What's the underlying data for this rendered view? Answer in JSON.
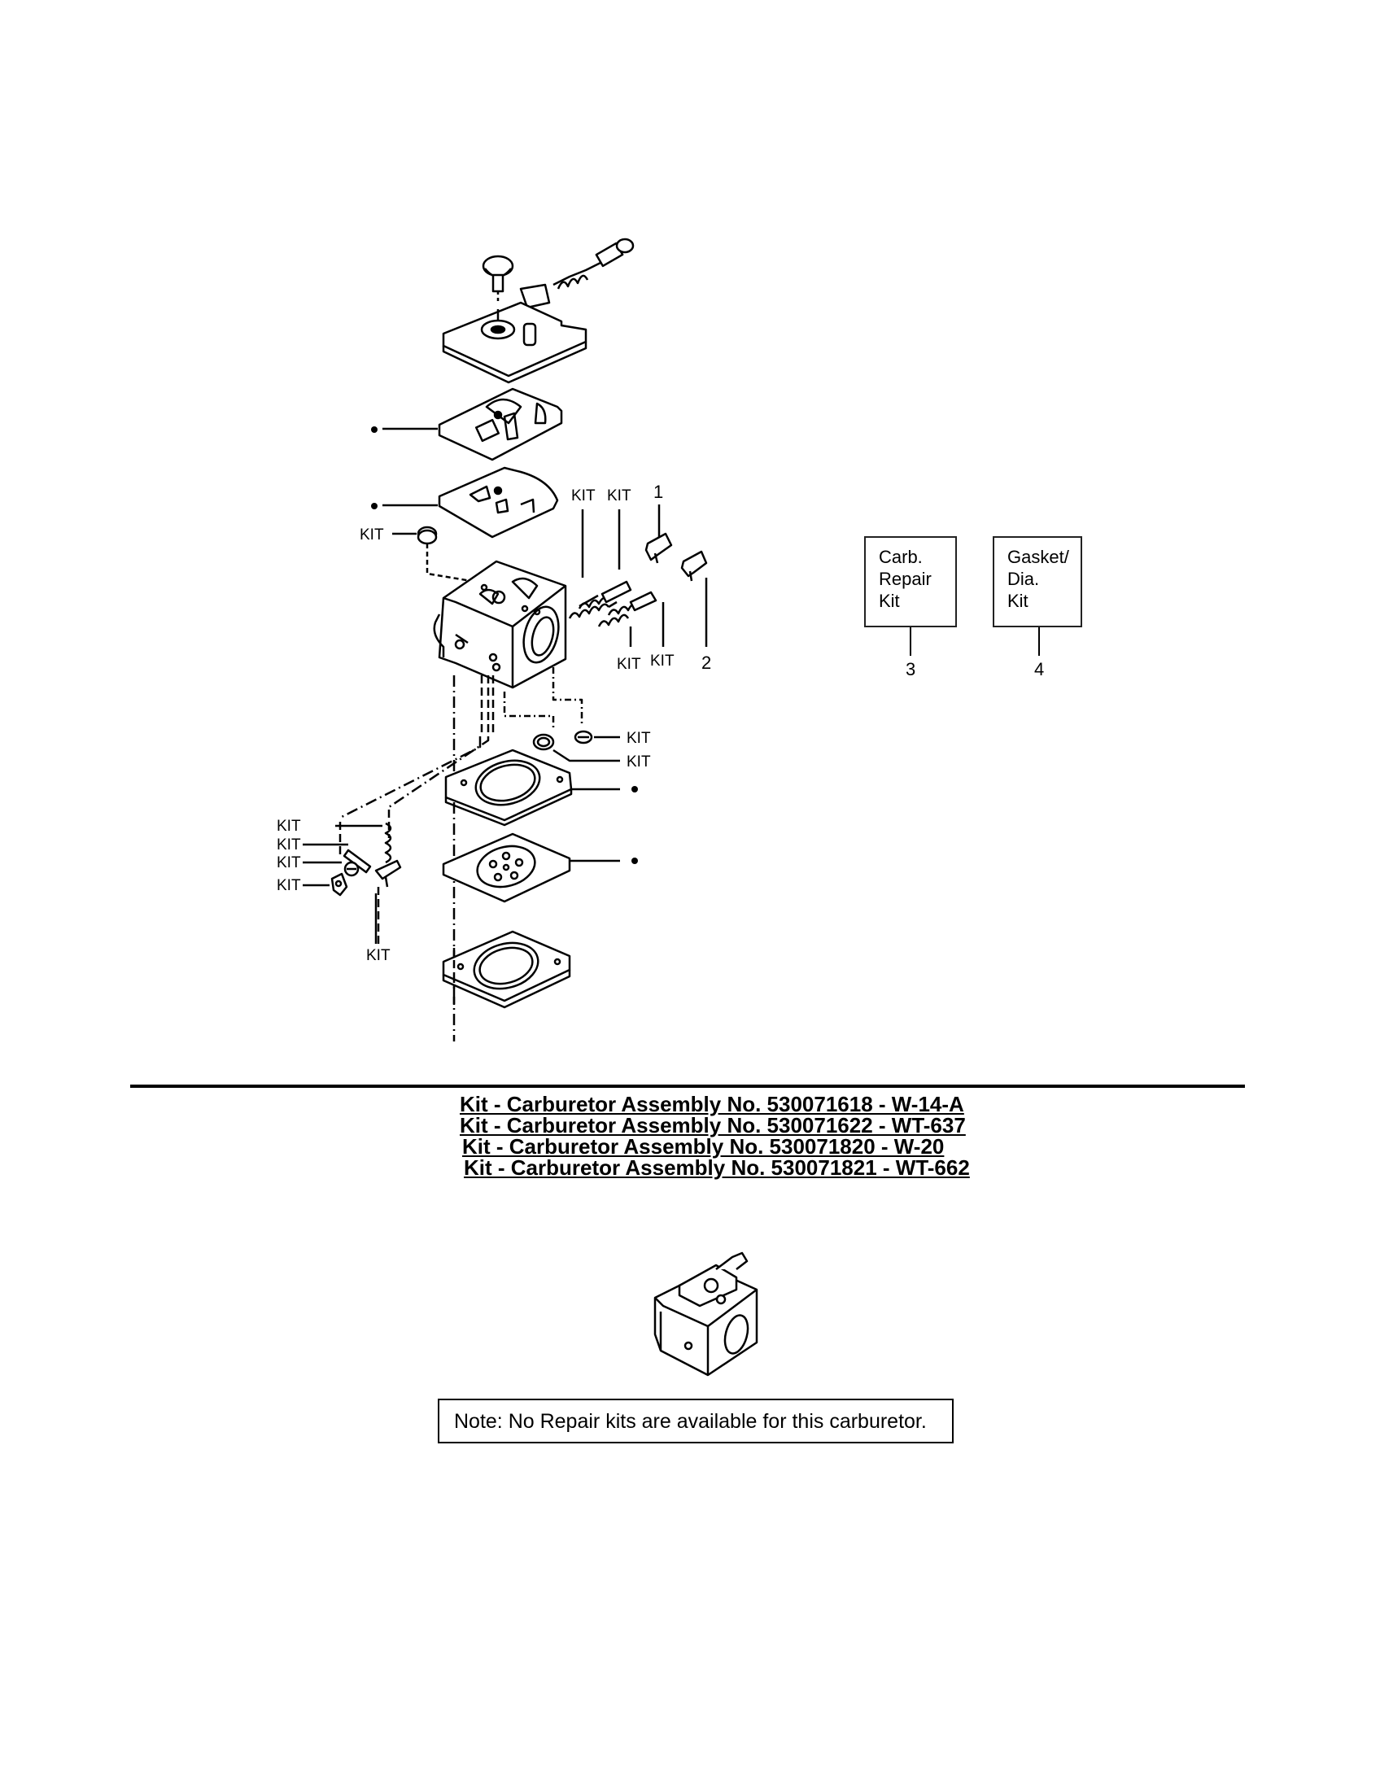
{
  "callouts": {
    "kit_label": "KIT",
    "item_1": "1",
    "item_2": "2",
    "item_3": "3",
    "item_4": "4"
  },
  "kit_boxes": {
    "carb_repair": [
      "Carb.",
      "Repair",
      "Kit"
    ],
    "gasket_dia": [
      "Gasket/",
      "Dia.",
      "Kit"
    ]
  },
  "assemblies": [
    "Kit - Carburetor Assembly No. 530071618 - W-14-A",
    "Kit - Carburetor Assembly No. 530071622 - WT-637",
    "Kit - Carburetor Assembly No. 530071820 - W-20",
    "Kit - Carburetor Assembly No. 530071821 - WT-662"
  ],
  "note": "Note: No Repair kits are available for this carburetor."
}
